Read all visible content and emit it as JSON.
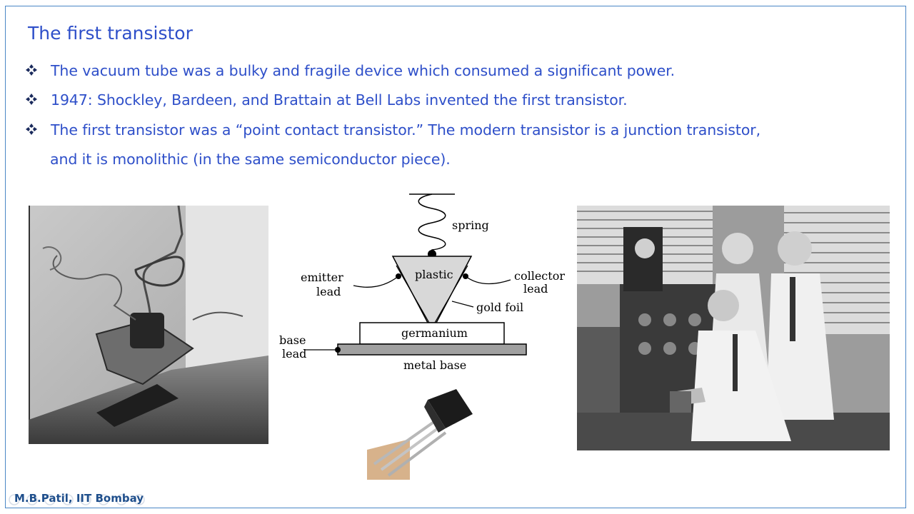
{
  "slide": {
    "title": "The first transistor",
    "bullets": [
      "The vacuum tube was a bulky and fragile device which consumed a significant power.",
      "1947: Shockley, Bardeen, and Brattain at Bell Labs invented the first transistor.",
      "The first transistor was a “point contact transistor.” The modern transistor is a junction transistor,"
    ],
    "bullet3_continuation": "and it is monolithic (in the same semiconductor piece).",
    "footer": "M.B.Patil, IIT Bombay"
  },
  "diagram": {
    "labels": {
      "spring": "spring",
      "plastic": "plastic",
      "emitter_line1": "emitter",
      "emitter_line2": "lead",
      "collector_line1": "collector",
      "collector_line2": "lead",
      "gold_foil": "gold foil",
      "germanium": "germanium",
      "base_line1": "base",
      "base_line2": "lead",
      "metal_base": "metal base"
    }
  },
  "colors": {
    "accent": "#2e4fc9",
    "frame": "#4a86c5",
    "footer": "#1f4f8c"
  },
  "icons": [
    "diamond-bullet-icon"
  ]
}
